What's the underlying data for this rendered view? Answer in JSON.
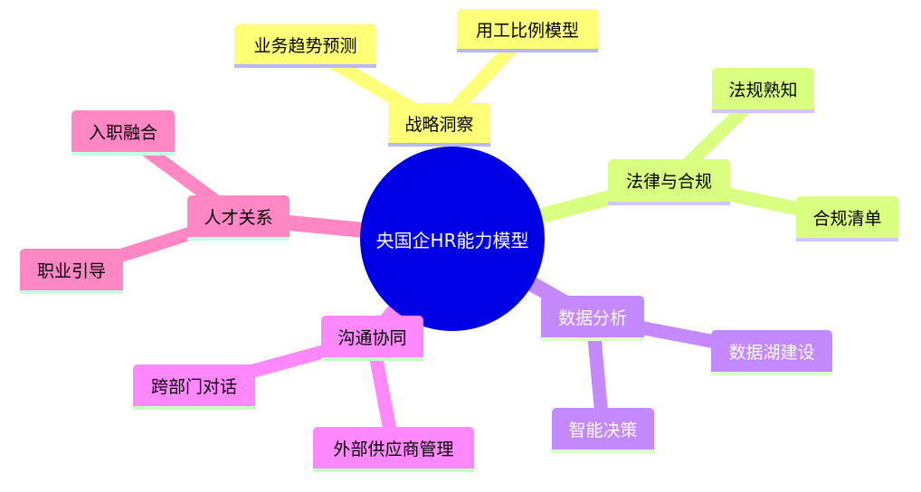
{
  "root": {
    "label": "央国企HR能力模型",
    "color": "#0000e6"
  },
  "branches": [
    {
      "label": "战略洞察",
      "fill": "#ffff78",
      "line": "#ffff78",
      "underline": "#b8b8ff",
      "text": "#000000",
      "children": [
        {
          "label": "业务趋势预测"
        },
        {
          "label": "用工比例模型"
        }
      ]
    },
    {
      "label": "法律与合规",
      "fill": "#d9ff80",
      "line": "#d9ff80",
      "underline": "#d4c4ff",
      "text": "#000000",
      "children": [
        {
          "label": "法规熟知"
        },
        {
          "label": "合规清单"
        }
      ]
    },
    {
      "label": "数据分析",
      "fill": "#c488ff",
      "line": "#c488ff",
      "underline": "#dcffcc",
      "text": "#ffffff",
      "children": [
        {
          "label": "数据湖建设"
        },
        {
          "label": "智能决策"
        }
      ]
    },
    {
      "label": "沟通协同",
      "fill": "#ff88ff",
      "line": "#ff88ff",
      "underline": "#c4ffc4",
      "text": "#000000",
      "children": [
        {
          "label": "跨部门对话"
        },
        {
          "label": "外部供应商管理"
        }
      ]
    },
    {
      "label": "人才关系",
      "fill": "#ff88c4",
      "line": "#ff88c4",
      "underline": "#c4ffe4",
      "text": "#000000",
      "children": [
        {
          "label": "入职融合"
        },
        {
          "label": "职业引导"
        }
      ]
    }
  ]
}
